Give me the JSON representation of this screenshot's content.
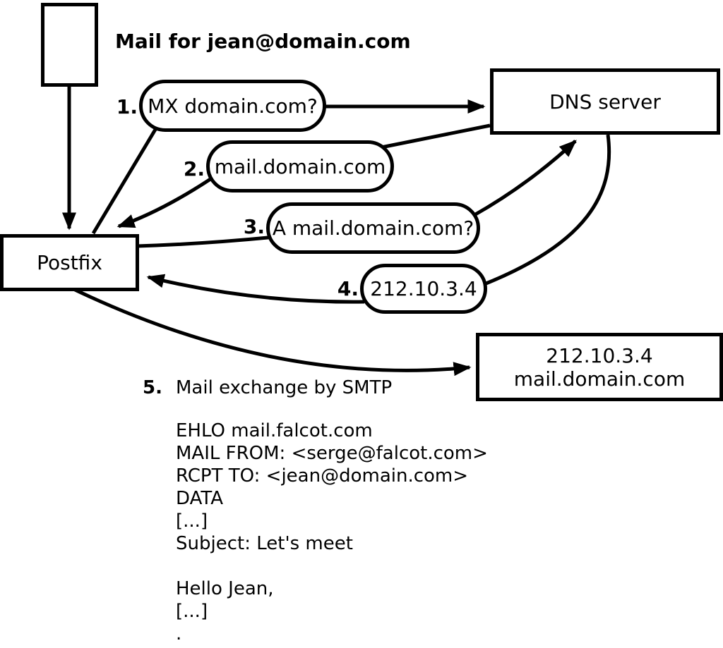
{
  "diagram": {
    "top_caption": "Mail for jean@domain.com",
    "nodes": {
      "postfix": "Postfix",
      "dns_server": "DNS server",
      "smtp_server": "212.10.3.4\nmail.domain.com"
    },
    "steps": [
      {
        "num": "1.",
        "label": "MX domain.com?"
      },
      {
        "num": "2.",
        "label": "mail.domain.com"
      },
      {
        "num": "3.",
        "label": "A mail.domain.com?"
      },
      {
        "num": "4.",
        "label": "212.10.3.4"
      },
      {
        "num": "5.",
        "label": "Mail exchange by SMTP"
      }
    ],
    "smtp_session": "EHLO mail.falcot.com\nMAIL FROM: <serge@falcot.com>\nRCPT TO: <jean@domain.com>\nDATA\n[...]\nSubject: Let's meet\n\nHello Jean,\n[...]\n."
  },
  "colors": {
    "ink": "#000000",
    "background": "#ffffff"
  }
}
